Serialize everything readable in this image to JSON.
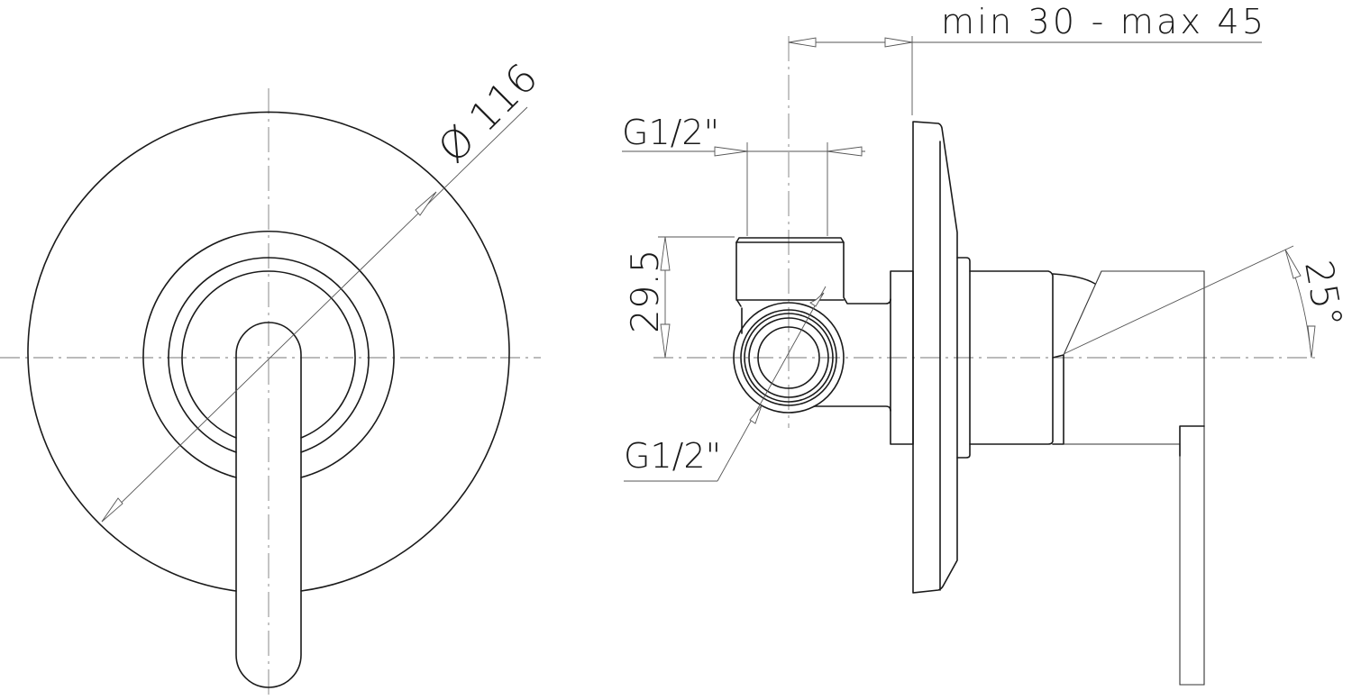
{
  "drawing": {
    "front_view": {
      "diameter_label": "Ø 116"
    },
    "side_view": {
      "depth_label": "min 30 - max 45",
      "top_connection_label": "G1/2\"",
      "bottom_connection_label": "G1/2\"",
      "height_label": "29.5",
      "angle_label": "25°"
    }
  },
  "colors": {
    "line": "#1a1a1a",
    "dimension": "#555555",
    "background": "#ffffff"
  }
}
